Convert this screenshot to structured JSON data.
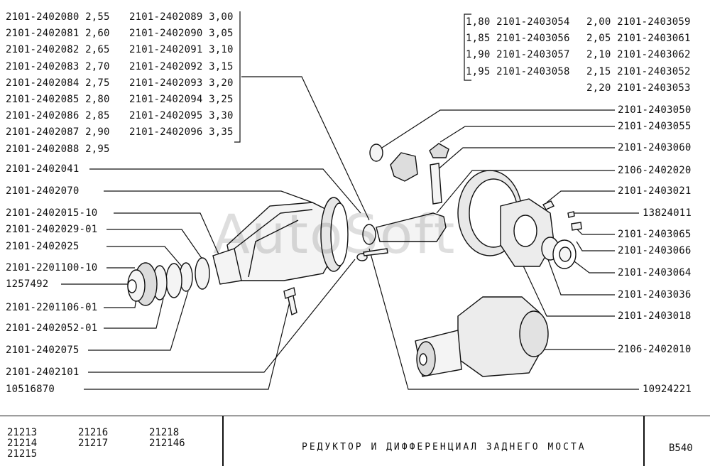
{
  "watermark": "AutoSoft",
  "size_table_left": [
    [
      "2101-2402080",
      "2,55"
    ],
    [
      "2101-2402081",
      "2,60"
    ],
    [
      "2101-2402082",
      "2,65"
    ],
    [
      "2101-2402083",
      "2,70"
    ],
    [
      "2101-2402084",
      "2,75"
    ],
    [
      "2101-2402085",
      "2,80"
    ],
    [
      "2101-2402086",
      "2,85"
    ],
    [
      "2101-2402087",
      "2,90"
    ],
    [
      "2101-2402088",
      "2,95"
    ]
  ],
  "size_table_mid": [
    [
      "2101-2402089",
      "3,00"
    ],
    [
      "2101-2402090",
      "3,05"
    ],
    [
      "2101-2402091",
      "3,10"
    ],
    [
      "2101-2402092",
      "3,15"
    ],
    [
      "2101-2402093",
      "3,20"
    ],
    [
      "2101-2402094",
      "3,25"
    ],
    [
      "2101-2402095",
      "3,30"
    ],
    [
      "2101-2402096",
      "3,35"
    ]
  ],
  "size_table_right_a": [
    [
      "1,80",
      "2101-2403054"
    ],
    [
      "1,85",
      "2101-2403056"
    ],
    [
      "1,90",
      "2101-2403057"
    ],
    [
      "1,95",
      "2101-2403058"
    ]
  ],
  "size_table_right_b": [
    [
      "2,00",
      "2101-2403059"
    ],
    [
      "2,05",
      "2101-2403061"
    ],
    [
      "2,10",
      "2101-2403062"
    ],
    [
      "2,15",
      "2101-2403052"
    ],
    [
      "2,20",
      "2101-2403053"
    ]
  ],
  "left_labels": [
    "2101-2402041",
    "2101-2402070",
    "2101-2402015-10",
    "2101-2402029-01",
    "2101-2402025",
    "2101-2201100-10",
    "1257492",
    "2101-2201106-01",
    "2101-2402052-01",
    "2101-2402075",
    "2101-2402101",
    "10516870"
  ],
  "right_labels": [
    "2101-2403050",
    "2101-2403055",
    "2101-2403060",
    "2106-2402020",
    "2101-2403021",
    "13824011",
    "2101-2403065",
    "2101-2403066",
    "2101-2403064",
    "2101-2403036",
    "2101-2403018",
    "2106-2402010",
    "10924221"
  ],
  "footer": {
    "models": [
      [
        "21213",
        "21214",
        "21215"
      ],
      [
        "21216",
        "21217"
      ],
      [
        "21218",
        "212146"
      ]
    ],
    "title": "РЕДУКТОР И ДИФФЕРЕНЦИАЛ ЗАДНЕГО МОСТА",
    "code": "B540"
  }
}
